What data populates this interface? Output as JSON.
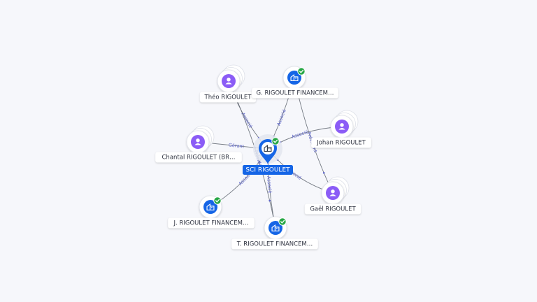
{
  "colors": {
    "background": "#f6f7fb",
    "person_fill": "#8b5cf6",
    "company_fill": "#1565e6",
    "check_fill": "#27a745",
    "center_fill": "#1565e6",
    "edge": "#5f6670",
    "edge_label": "#5b63c9"
  },
  "center": {
    "label": "SCI RIGOULET",
    "icon": "building-icon",
    "verified": true
  },
  "nodes": [
    {
      "id": "theo",
      "label": "Théo RIGOULET",
      "type": "person",
      "icon": "person-icon"
    },
    {
      "id": "grig",
      "label": "G. RIGOULET FINANCEM…",
      "type": "company",
      "icon": "building-icon",
      "verified": true
    },
    {
      "id": "johan",
      "label": "Johan RIGOULET",
      "type": "person",
      "icon": "person-icon"
    },
    {
      "id": "chantal",
      "label": "Chantal RIGOULET (BR…",
      "type": "person",
      "icon": "person-icon"
    },
    {
      "id": "gael",
      "label": "Gaël RIGOULET",
      "type": "person",
      "icon": "person-icon"
    },
    {
      "id": "jrig",
      "label": "J. RIGOULET FINANCEM…",
      "type": "company",
      "icon": "building-icon",
      "verified": true
    },
    {
      "id": "trig",
      "label": "T. RIGOULET FINANCEM…",
      "type": "company",
      "icon": "building-icon",
      "verified": true
    }
  ],
  "edges": [
    {
      "from": "theo",
      "to": "center",
      "label": "Associé"
    },
    {
      "from": "grig",
      "to": "center",
      "label": "Associé"
    },
    {
      "from": "johan",
      "to": "center",
      "label": "Associé"
    },
    {
      "from": "chantal",
      "to": "center",
      "label": "Gérant"
    },
    {
      "from": "gael",
      "to": "center",
      "label": "Associé"
    },
    {
      "from": "jrig",
      "to": "center",
      "label": "Associé"
    },
    {
      "from": "trig",
      "to": "center",
      "label": "Associé"
    },
    {
      "from": "theo",
      "to": "trig",
      "label": "Président"
    },
    {
      "from": "grig",
      "to": "gael",
      "label": "Président"
    }
  ]
}
